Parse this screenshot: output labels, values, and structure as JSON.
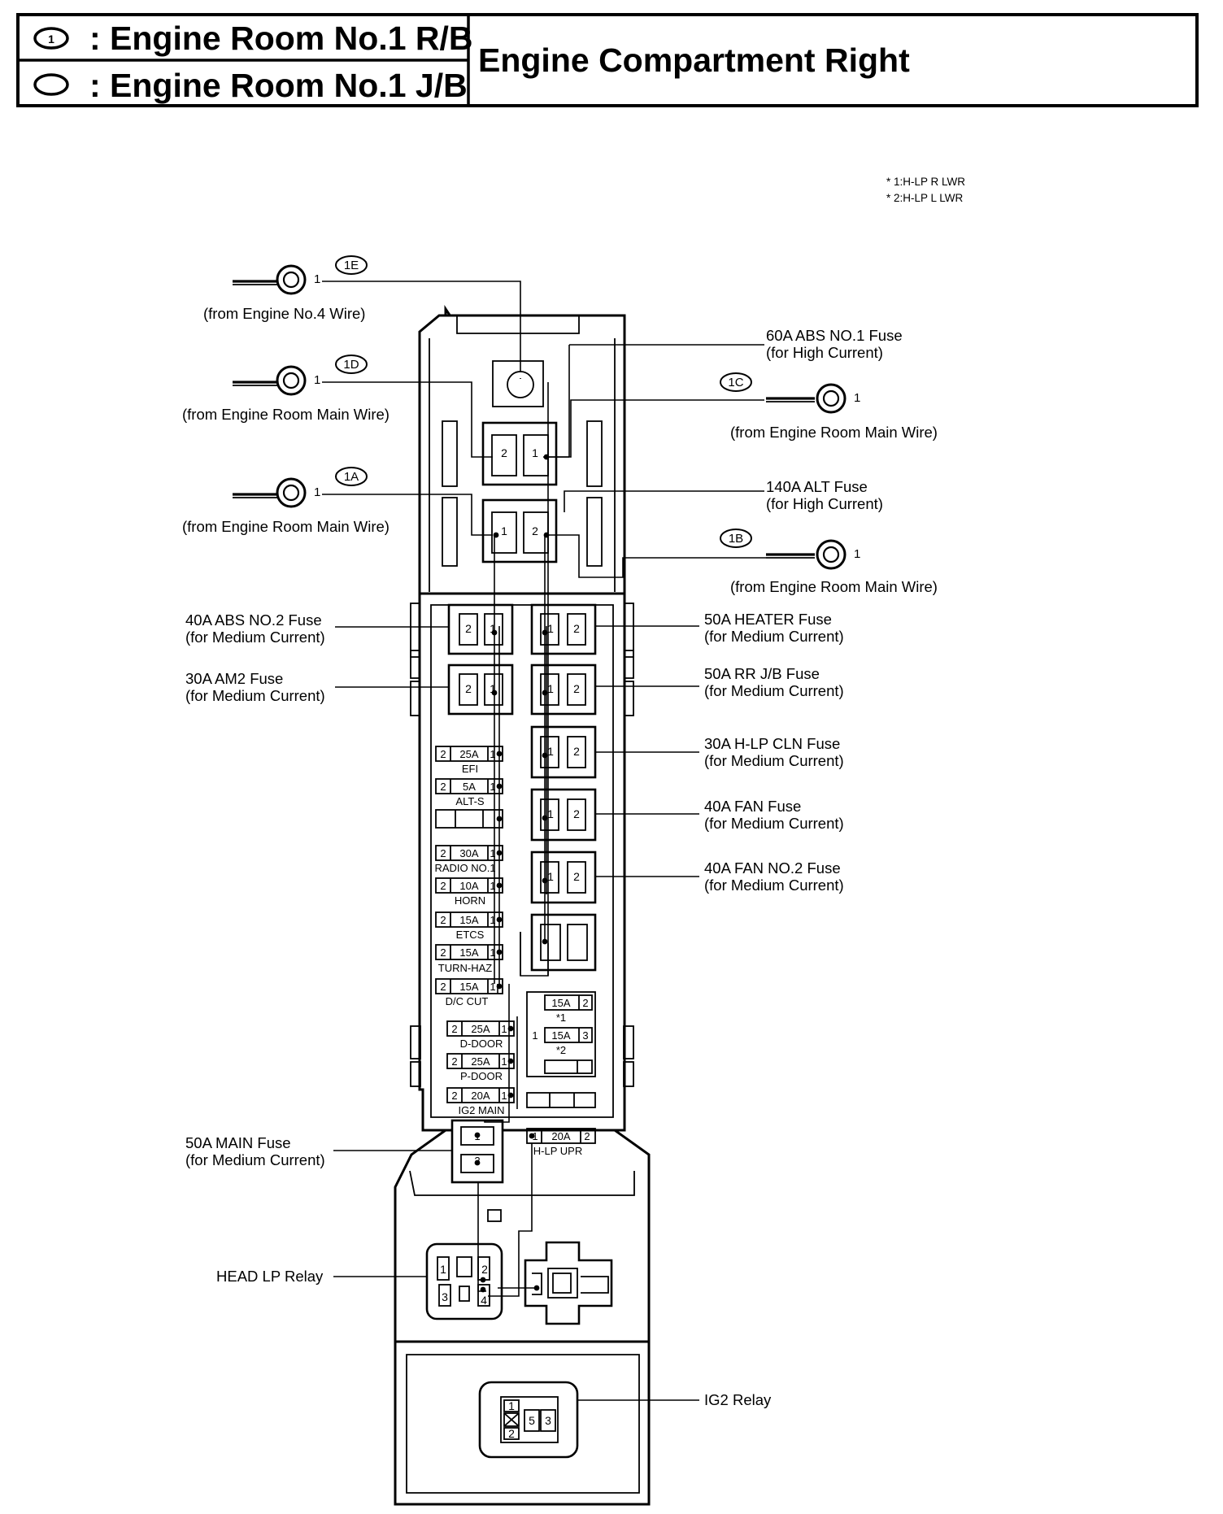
{
  "header": {
    "rb_symbol_text": "1",
    "rb_label": ": Engine Room No.1 R/B",
    "jb_label": ": Engine Room No.1 J/B",
    "title": "Engine Compartment Right"
  },
  "notes": [
    "* 1:H-LP R LWR",
    "* 2:H-LP L LWR"
  ],
  "connectors": [
    {
      "id": "1E",
      "pin": "1",
      "source": "(from Engine No.4 Wire)"
    },
    {
      "id": "1D",
      "pin": "1",
      "source": "(from Engine Room Main Wire)"
    },
    {
      "id": "1A",
      "pin": "1",
      "source": "(from Engine Room Main Wire)"
    },
    {
      "id": "1C",
      "pin": "1",
      "source": "(from Engine Room Main Wire)"
    },
    {
      "id": "1B",
      "pin": "1",
      "source": "(from Engine Room Main Wire)"
    }
  ],
  "callouts": {
    "abs1": [
      "60A ABS NO.1 Fuse",
      "(for High Current)"
    ],
    "alt": [
      "140A ALT Fuse",
      "(for High Current)"
    ],
    "abs2": [
      "40A ABS NO.2 Fuse",
      "(for Medium Current)"
    ],
    "am2": [
      "30A AM2 Fuse",
      "(for Medium Current)"
    ],
    "heater": [
      "50A HEATER Fuse",
      "(for Medium Current)"
    ],
    "rrjb": [
      "50A RR J/B Fuse",
      "(for Medium Current)"
    ],
    "hlpcln": [
      "30A H-LP CLN Fuse",
      "(for Medium Current)"
    ],
    "fan": [
      "40A FAN Fuse",
      "(for Medium Current)"
    ],
    "fan2": [
      "40A FAN NO.2 Fuse",
      "(for Medium Current)"
    ],
    "main": [
      "50A MAIN Fuse",
      "(for Medium Current)"
    ],
    "headlp": [
      "HEAD LP Relay"
    ],
    "ig2": [
      "IG2 Relay"
    ]
  },
  "mini_fuses_left": [
    {
      "amp": "25A",
      "name": "EFI"
    },
    {
      "amp": "5A",
      "name": "ALT-S"
    },
    {
      "amp": "",
      "name": ""
    },
    {
      "amp": "30A",
      "name": "RADIO NO.1"
    },
    {
      "amp": "10A",
      "name": "HORN"
    },
    {
      "amp": "15A",
      "name": "ETCS"
    },
    {
      "amp": "15A",
      "name": "TURN-HAZ"
    },
    {
      "amp": "15A",
      "name": "D/C CUT"
    }
  ],
  "mini_fuses_lower": [
    {
      "amp": "25A",
      "name": "D-DOOR"
    },
    {
      "amp": "25A",
      "name": "P-DOOR"
    },
    {
      "amp": "20A",
      "name": "IG2 MAIN"
    }
  ],
  "hlp_lwr_group": {
    "common_pin": "1",
    "fuses": [
      {
        "amp": "15A",
        "pin": "2",
        "note": "*1"
      },
      {
        "amp": "15A",
        "pin": "3",
        "note": "*2"
      }
    ]
  },
  "hlp_upr": {
    "amp": "20A",
    "name": "H-LP UPR",
    "pins": [
      "1",
      "2"
    ]
  },
  "pins": {
    "one": "1",
    "two": "2",
    "three": "3",
    "four": "4",
    "five": "5"
  }
}
